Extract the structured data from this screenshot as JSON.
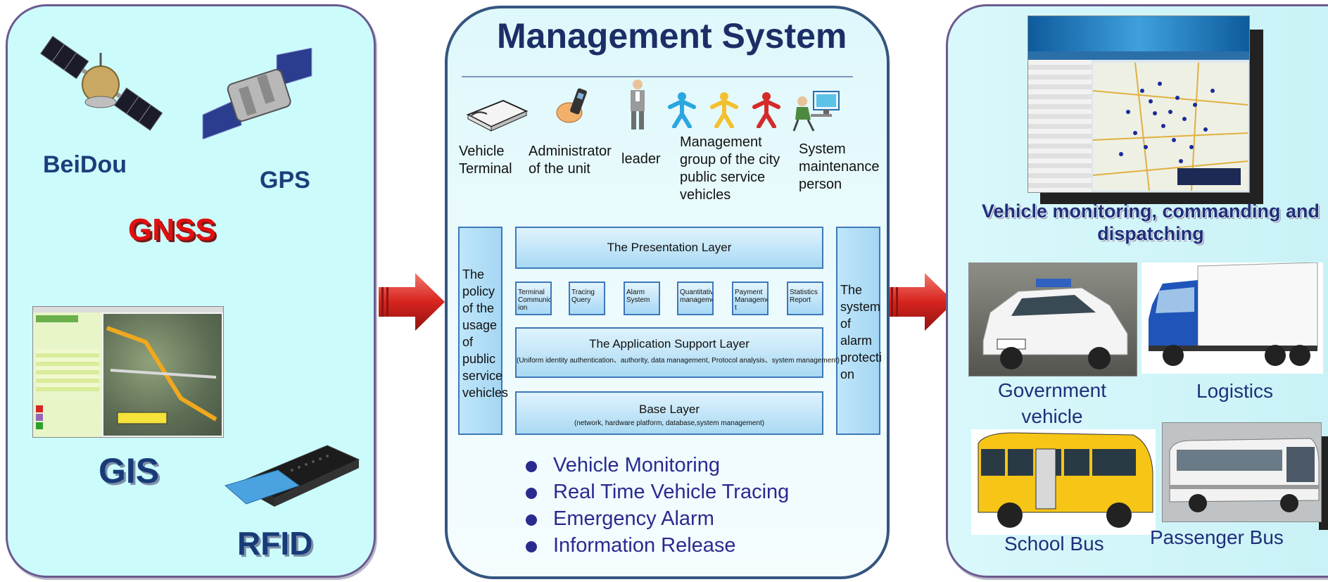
{
  "left": {
    "beidou": "BeiDou",
    "gps": "GPS",
    "gnss": "GNSS",
    "gis": "GIS",
    "rfid": "RFID"
  },
  "middle": {
    "title": "Management System",
    "roles": [
      {
        "line1": "Vehicle",
        "line2": "Terminal"
      },
      {
        "line1": "Administrator",
        "line2": "of the unit"
      },
      {
        "line1": "leader"
      },
      {
        "line1": "Management",
        "line2": "group of the city",
        "line3": "public service",
        "line4": "vehicles"
      },
      {
        "line1": "System",
        "line2": "maintenance",
        "line3": "person"
      }
    ],
    "left_box": [
      "The",
      "policy",
      "of the",
      "usage",
      "of",
      "public",
      "service",
      "vehicles"
    ],
    "right_box": [
      "The",
      "system",
      "of",
      "alarm",
      "protecti",
      "on"
    ],
    "presentation_layer": "The Presentation Layer",
    "modules": [
      "Terminal Communicat ion",
      "Tracing Query",
      "Alarm System",
      "Quantitative management",
      "Payment Managemen t",
      "Statistics Report"
    ],
    "app_layer": {
      "title": "The Application Support Layer",
      "subtitle": "(Uniform identity authentication、authority, data management, Protocol analysis、system management)"
    },
    "base_layer": {
      "title": "Base Layer",
      "subtitle": "(network, hardware platform, database,system management)"
    },
    "features": [
      "Vehicle Monitoring",
      "Real Time Vehicle Tracing",
      "Emergency Alarm",
      "Information Release"
    ]
  },
  "right": {
    "monitor_caption_1": "Vehicle monitoring, commanding and",
    "monitor_caption_2": "dispatching",
    "government": {
      "line1": "Government",
      "line2": "vehicle"
    },
    "logistics": "Logistics",
    "school_bus": "School Bus",
    "passenger_bus": "Passenger Bus"
  },
  "colors": {
    "arrow": "#d8231e",
    "navy_text": "#1c2e66",
    "gnss_red": "#e10f0f"
  }
}
